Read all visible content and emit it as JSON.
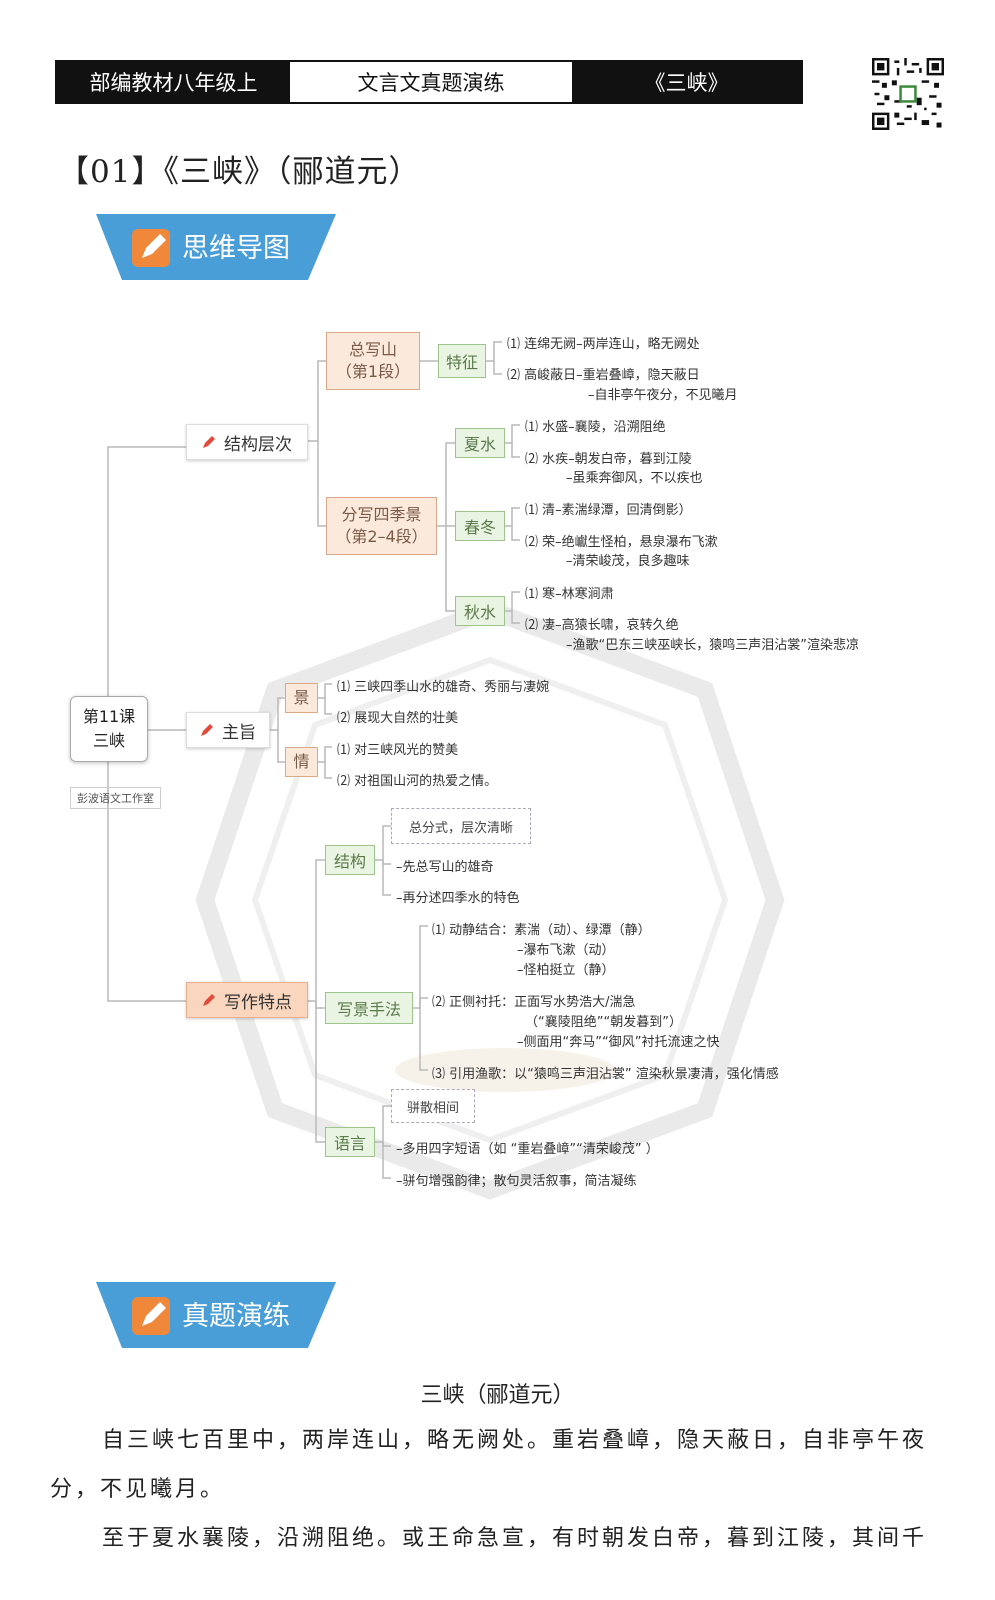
{
  "header": {
    "cell1": "部编教材八年级上",
    "cell2": "文言文真题演练",
    "cell3": "《三峡》"
  },
  "title": "【01】《三峡》（郦道元）",
  "banner1": "思维导图",
  "banner2": "真题演练",
  "mindmap": {
    "root": [
      "第11课",
      "三峡"
    ],
    "studio": "彭波语文工作室",
    "branch1": "结构层次",
    "branch2": "主旨",
    "branch3": "写作特点",
    "zongxie": [
      "总写山",
      "（第1段）"
    ],
    "tezheng": "特征",
    "tz_items": [
      "⑴ 连绵无阙–两岸连山，略无阙处",
      "⑵ 高峻蔽日–重岩叠嶂，隐天蔽日",
      "–自非亭午夜分，不见曦月"
    ],
    "fenxie": [
      "分写四季景",
      "（第2–4段）"
    ],
    "xiashui": "夏水",
    "xs_items": [
      "⑴ 水盛–襄陵，沿溯阻绝",
      "⑵ 水疾–朝发白帝，暮到江陵",
      "–虽乘奔御风，不以疾也"
    ],
    "chundong": "春冬",
    "cd_items": [
      "⑴ 清–素湍绿潭，回清倒影）",
      "⑵ 荣–绝巘生怪柏，悬泉瀑布飞漱",
      "–清荣峻茂，良多趣味"
    ],
    "qiushui": "秋水",
    "qs_items": [
      "⑴ 寒–林寒涧肃",
      "⑵ 凄–高猿长啸，哀转久绝",
      "–渔歌“巴东三峡巫峡长，猿鸣三声泪沾裳”渲染悲凉"
    ],
    "jing": "景",
    "jing_items": [
      "⑴ 三峡四季山水的雄奇、秀丽与凄婉",
      "⑵ 展现大自然的壮美"
    ],
    "qing": "情",
    "qing_items": [
      "⑴ 对三峡风光的赞美",
      "⑵ 对祖国山河的热爱之情。"
    ],
    "jiegou": "结构",
    "jg_box": "总分式，层次清晰",
    "jg_items": [
      "–先总写山的雄奇",
      "–再分述四季水的特色"
    ],
    "shoufa": "写景手法",
    "sf_items": [
      "⑴ 动静结合：素湍（动）、绿潭（静）",
      "–瀑布飞漱（动）",
      "–怪柏挺立（静）",
      "⑵ 正侧衬托：正面写水势浩大/湍急",
      "（“襄陵阻绝”“朝发暮到”）",
      "–侧面用“奔马”“御风”衬托流速之快",
      "⑶ 引用渔歌：以“猿鸣三声泪沾裳” 渲染秋景凄清，强化情感"
    ],
    "yuyan": "语言",
    "yy_box": "骈散相间",
    "yy_items": [
      "–多用四字短语（如 “重岩叠嶂”“清荣峻茂” ）",
      "–骈句增强韵律；散句灵活叙事，简洁凝练"
    ]
  },
  "passage": {
    "title": "三峡（郦道元）",
    "p1_line1": "自三峡七百里中，两岸连山，略无阙处。重岩叠嶂，隐天蔽日，自非亭午夜",
    "p1_line2": "分，不见曦月。",
    "p2_line1": "至于夏水襄陵，沿溯阻绝。或王命急宣，有时朝发白帝，暮到江陵，其间千"
  },
  "colors": {
    "banner": "#4a9ed8",
    "accent": "#f08a3c",
    "line": "#b9b9b9"
  }
}
